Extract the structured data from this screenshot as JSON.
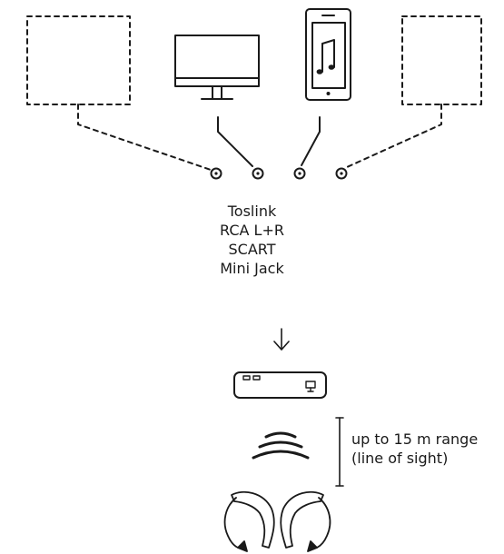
{
  "connectors": [
    "Toslink",
    "RCA L+R",
    "SCART",
    "Mini Jack"
  ],
  "range_label": {
    "line1": "up to 15 m range",
    "line2": "(line of sight)"
  },
  "icons": [
    "placeholder-device-left-icon",
    "monitor-icon",
    "smartphone-music-icon",
    "placeholder-device-right-icon",
    "jack-icon",
    "down-arrow-icon",
    "tv-streamer-icon",
    "wireless-signal-icon",
    "hearing-aids-icon"
  ],
  "colors": {
    "ink": "#1a1a1a",
    "background": "#ffffff"
  }
}
